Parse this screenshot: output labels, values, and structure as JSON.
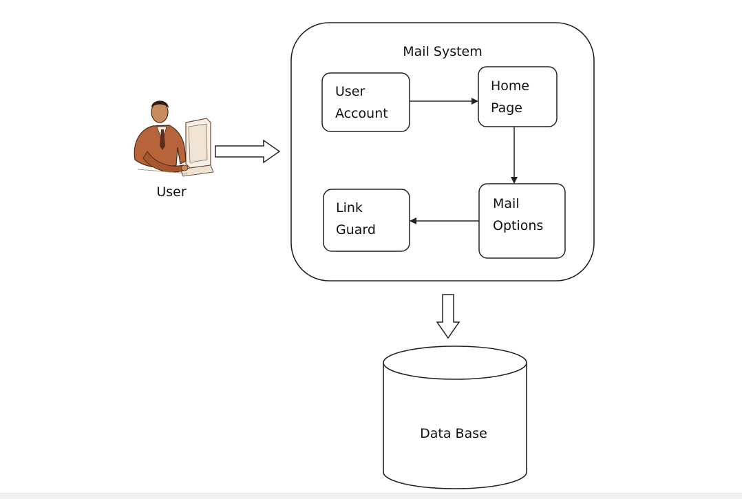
{
  "diagram": {
    "system_title": "Mail System",
    "user_label": "User",
    "nodes": {
      "user_account": [
        "User",
        "Account"
      ],
      "home_page": [
        "Home",
        "Page"
      ],
      "mail_options": [
        "Mail",
        "Options"
      ],
      "link_guard": [
        "Link",
        "Guard"
      ]
    },
    "database_label": "Data Base"
  },
  "colors": {
    "stroke": "#222222",
    "text": "#111111",
    "figure_suit": "#b8643a",
    "figure_skin": "#c98a5e"
  },
  "icons": {
    "user": "user-at-computer-icon"
  }
}
